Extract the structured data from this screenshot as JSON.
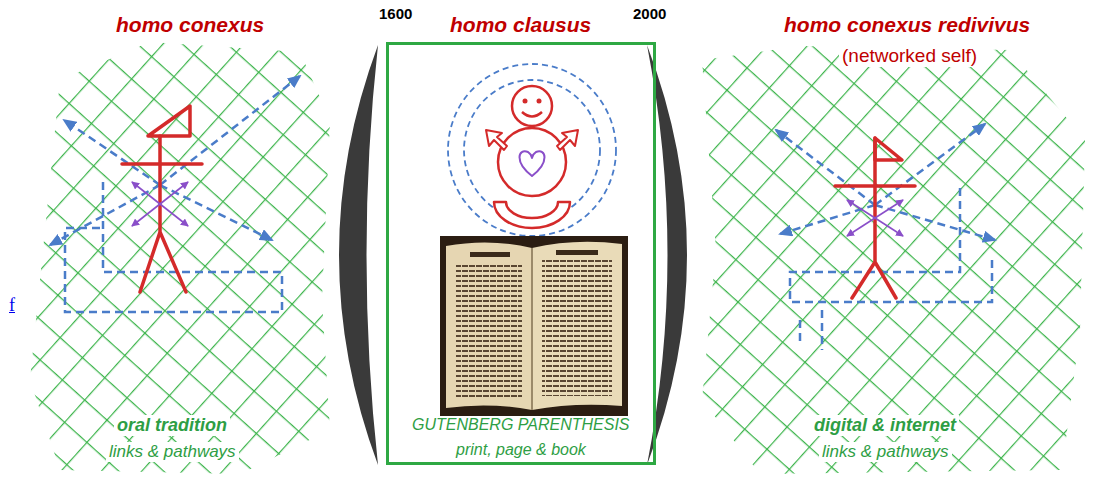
{
  "diagram": {
    "nodes": [
      {
        "text": [
          "homo clausus",
          "GUTENBERG PARENTHESIS",
          "print, page & book"
        ]
      }
    ],
    "labels": [
      "1600",
      "2000",
      "homo conexus",
      "homo conexus redivivus",
      "(networked self)",
      "oral tradition",
      "links & pathways",
      "digital & internet",
      "links & pathways",
      "f"
    ]
  }
}
